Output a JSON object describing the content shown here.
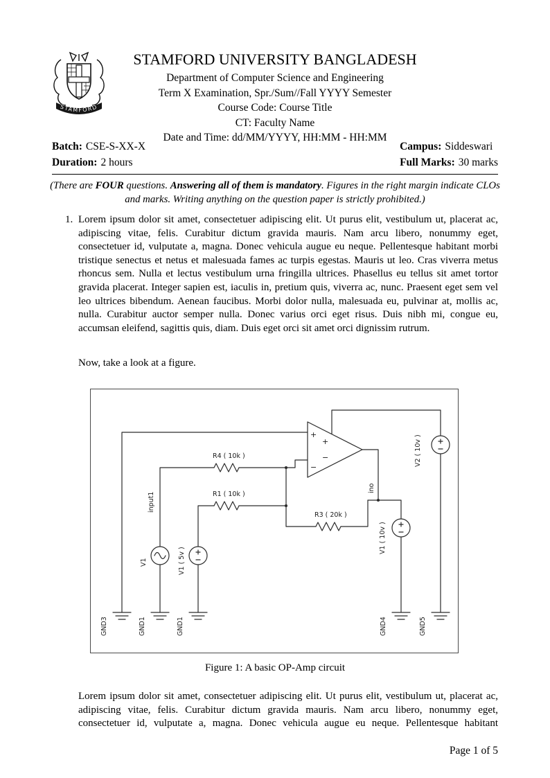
{
  "header": {
    "logo_banner": "STAMFORD",
    "university": "STAMFORD UNIVERSITY BANGLADESH",
    "department": "Department of Computer Science and Engineering",
    "term": "Term X Examination, Spr./Sum//Fall YYYY Semester",
    "course": "Course Code: Course Title",
    "ct": "CT: Faculty Name",
    "datetime": "Date and Time: dd/MM/YYYY, HH:MM - HH:MM"
  },
  "meta": {
    "batch_label": "Batch:",
    "batch_value": "CSE-S-XX-X",
    "duration_label": "Duration:",
    "duration_value": "2 hours",
    "campus_label": "Campus:",
    "campus_value": "Siddeswari",
    "marks_label": "Full Marks:",
    "marks_value": "30 marks"
  },
  "instructions": {
    "p1": "(There are ",
    "p2": "FOUR",
    "p3": " questions. ",
    "p4": "Answering all of them is mandatory",
    "p5": ". Figures in the right margin indicate CLOs",
    "line2": "and marks. Writing anything on the question paper is strictly prohibited.)"
  },
  "question": {
    "number": "1.",
    "body": "Lorem ipsum dolor sit amet, consectetuer adipiscing elit. Ut purus elit, vestibulum ut, placerat ac, adipiscing vitae, felis. Curabitur dictum gravida mauris. Nam arcu libero, nonummy eget, consectetuer id, vulputate a, magna. Donec vehicula augue eu neque. Pellentesque habitant morbi tristique senectus et netus et malesuada fames ac turpis egestas. Mauris ut leo. Cras viverra metus rhoncus sem. Nulla et lectus vestibulum urna fringilla ultrices. Phasellus eu tellus sit amet tortor gravida placerat. Integer sapien est, iaculis in, pretium quis, viverra ac, nunc. Praesent eget sem vel leo ultrices bibendum. Aenean faucibus. Morbi dolor nulla, malesuada eu, pulvinar at, mollis ac, nulla. Curabitur auctor semper nulla. Donec varius orci eget risus. Duis nibh mi, congue eu, accumsan eleifend, sagittis quis, diam. Duis eget orci sit amet orci dignissim rutrum.",
    "figure_intro": "Now, take a look at a figure."
  },
  "figure": {
    "caption": "Figure 1: A basic OP-Amp circuit",
    "labels": {
      "r4": "R4 ( 10k )",
      "r1": "R1 ( 10k )",
      "r3": "R3 ( 20k )",
      "input1": "input1",
      "v1": "V1",
      "v1_5v": "V1 ( 5v )",
      "v2_10v": "V2 ( 10v )",
      "v1_10v": "V1 ( 10v )",
      "ino": "ino",
      "gnd3": "GND3",
      "gnd1_a": "GND1",
      "gnd1_b": "GND1",
      "gnd4": "GND4",
      "gnd5": "GND5",
      "plus": "+",
      "minus": "−"
    }
  },
  "closing": {
    "text": "Lorem ipsum dolor sit amet, consectetuer adipiscing elit. Ut purus elit, vestibulum ut, placerat ac, adipiscing vitae, felis. Curabitur dictum gravida mauris. Nam arcu libero, nonummy eget, consectetuer id, vulputate a, magna. Donec vehicula augue eu neque. Pellentesque habitant"
  },
  "footer": {
    "page": "Page 1 of 5"
  }
}
